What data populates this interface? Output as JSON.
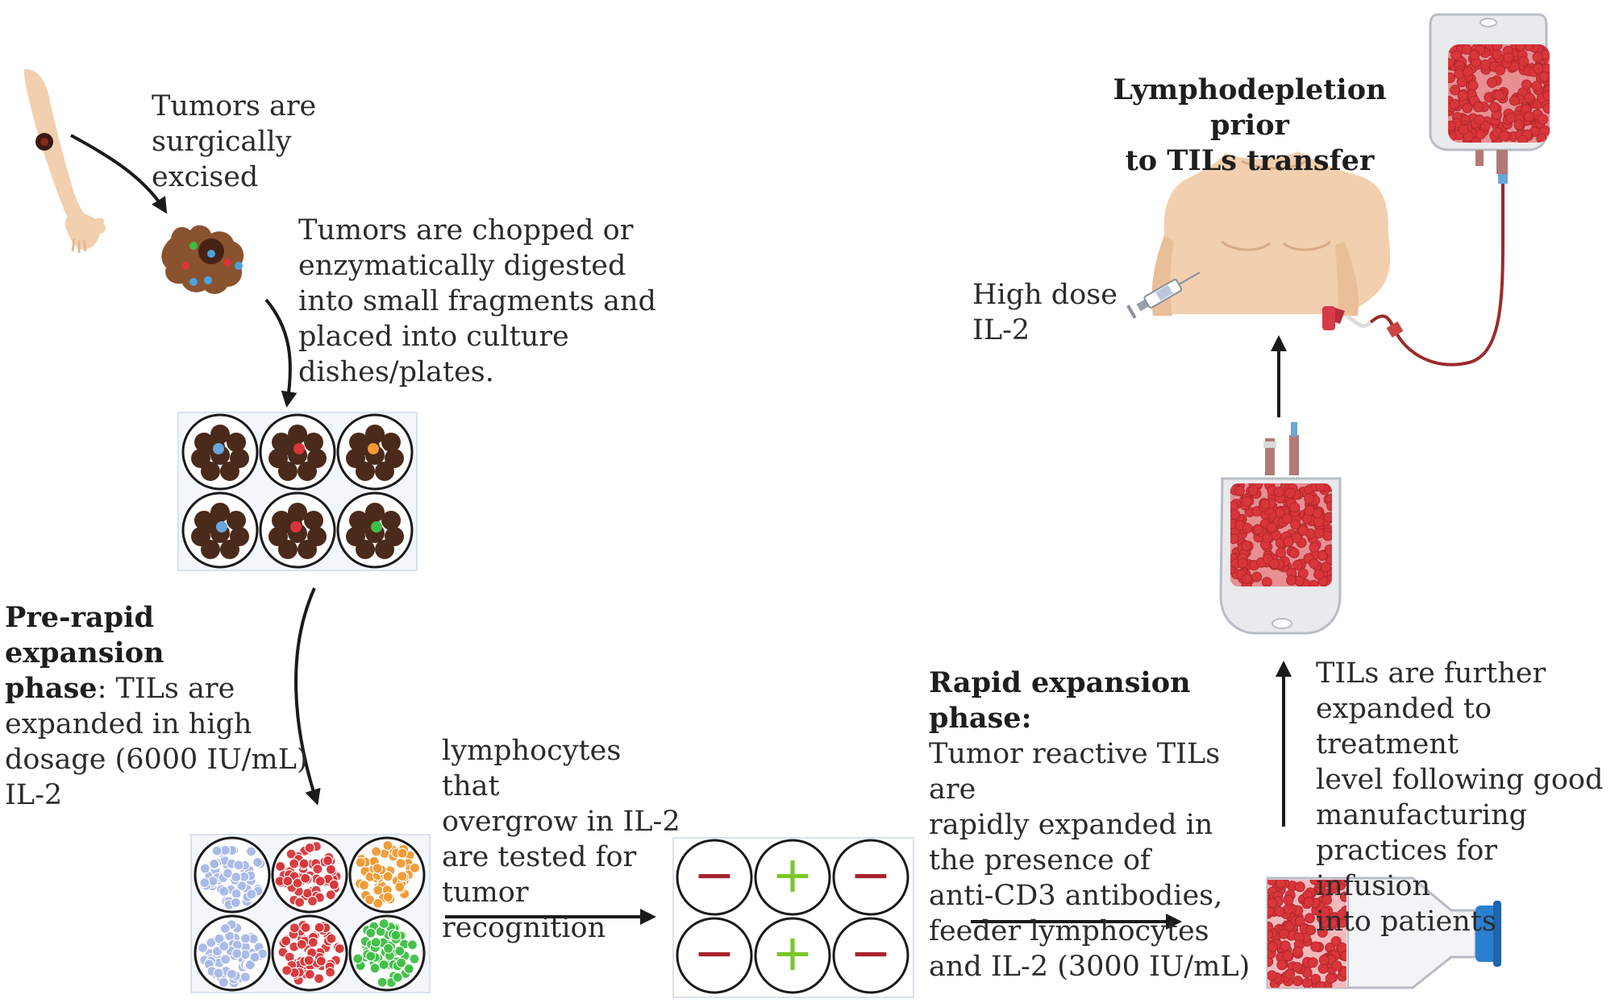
{
  "labels": {
    "excised": "Tumors are\nsurgically\nexcised",
    "chopped": "Tumors are chopped or\nenzymatically digested\ninto small fragments and\nplaced into culture\ndishes/plates.",
    "pre_rapid_bold1": "Pre-rapid expansion",
    "pre_rapid_bold2": "phase",
    "pre_rapid_rest1": ": TILs are",
    "pre_rapid_rest2": "expanded  in high\ndosage (6000 IU/mL)\n IL-2",
    "tested": "lymphocytes that\novergrow in IL-2\nare tested for\ntumor\nrecognition",
    "rapid_bold": "Rapid expansion phase:",
    "rapid_rest": "Tumor reactive TILs are\n rapidly expanded  in\nthe presence of\nanti-CD3 antibodies,\nfeeder lymphocytes\nand IL-2 (3000 IU/mL)",
    "further": "TILs are further\nexpanded to treatment\nlevel following good\nmanufacturing\npractices for infusion\ninto patients",
    "lympho_title": "Lymphodepletion prior\nto TILs transfer",
    "high_dose": "High dose\nIL-2"
  },
  "screening": {
    "signs": [
      "−",
      "+",
      "−",
      "−",
      "+",
      "−"
    ]
  },
  "colors": {
    "arrow": "#1a1a1a",
    "tumor_brown": "#4a2a1a",
    "skin": "#f2cfae",
    "blood_red": "#d8363b",
    "cell_blue": "#a9b9e6",
    "cell_orange": "#f09a32",
    "cell_green": "#3fbf46",
    "minus_red": "#a8242c",
    "plus_green": "#7bc72a",
    "plate_bg": "#f3f6fb",
    "cap_blue": "#2b7fd0"
  }
}
